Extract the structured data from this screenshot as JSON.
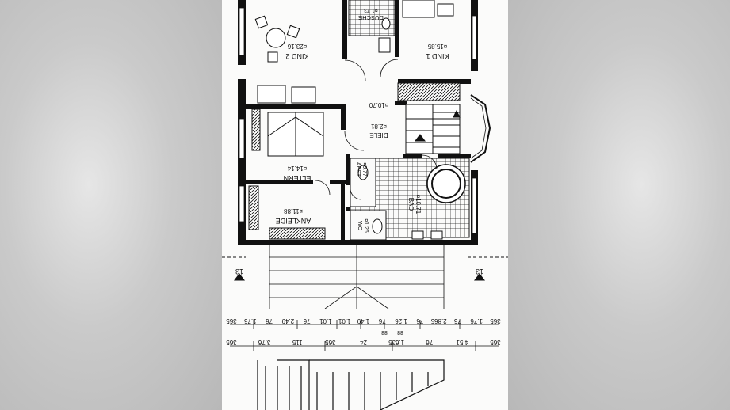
{
  "rooms": {
    "kind2": {
      "name": "KIND 2",
      "area": "¤23.16"
    },
    "kind1": {
      "name": "KIND 1",
      "area": "¤15.85"
    },
    "dusche": {
      "name": "DUSCHE",
      "area": "¤1.73"
    },
    "diele": {
      "name": "DIELE",
      "area": "¤2.81"
    },
    "eltern": {
      "name": "ELTERN",
      "area": "¤14.14"
    },
    "ankleide": {
      "name": "ANKLEIDE",
      "area": "¤11.88"
    },
    "abst": {
      "name": "ABST",
      "area": "¤0.77"
    },
    "bad": {
      "name": "BAD",
      "area": "¤10.71"
    },
    "wc": {
      "name": "WC",
      "area": "¤1.26"
    },
    "hall": {
      "area": "¤10.70"
    }
  },
  "section_marks": {
    "left": "13",
    "right": "13"
  },
  "dims_row1": [
    "365",
    "1.76",
    "76",
    "2.865",
    "76",
    "1.26",
    "76",
    "1.49",
    "1.01",
    "1.01",
    "76",
    "2.49",
    "76",
    "1.76",
    "365"
  ],
  "dims_row1_sub": [
    "88",
    "88"
  ],
  "dims_row2": [
    "365",
    "4.51",
    "76",
    "1.635",
    "24",
    "365",
    "115",
    "3.76",
    "365"
  ],
  "colors": {
    "ink": "#111111",
    "paper": "#fbfbfa",
    "background": "#cfcfcf"
  }
}
